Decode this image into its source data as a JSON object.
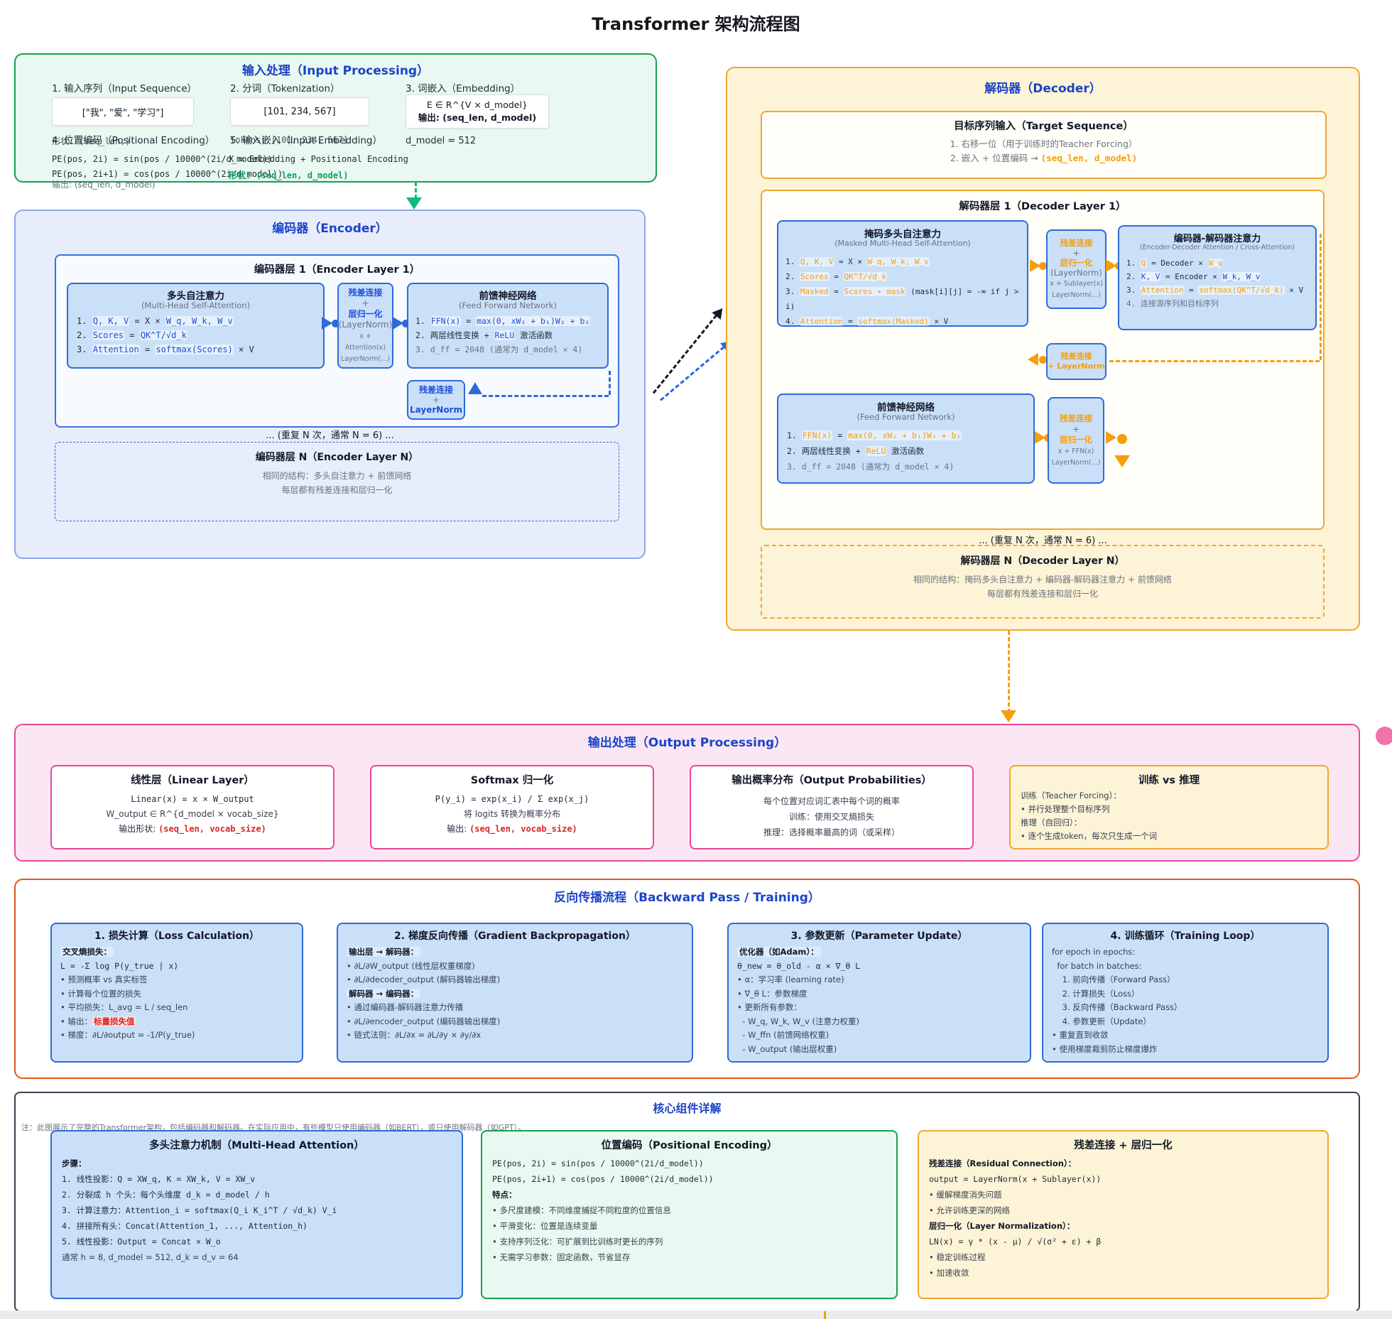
{
  "colors": {
    "blue_heading": "#1b44c8",
    "green": "#12a150",
    "blue": "#2d6bd9",
    "orange": "#f0a72e",
    "code_orange": "#f59e0b",
    "pink": "#e8489a",
    "red": "#dc2626",
    "dark": "#15171c"
  },
  "page": {
    "title": "Transformer 架构流程图",
    "repeat_note": "... (重复 N 次，通常 N = 6) ..."
  },
  "input": {
    "title": "输入处理（Input Processing）",
    "col1_label": "1. 输入序列（Input Sequence）",
    "col1_value": "[\"我\", \"爱\", \"学习\"]",
    "col2_label": "2. 分词（Tokenization）",
    "col2_value": "[101, 234, 567]",
    "col3_label": "3. 词嵌入（Embedding）",
    "col3_line1": "E ∈ R^{V × d_model}",
    "col3_line2": "输出: (seq_len, d_model)",
    "d_model": "d_model = 512",
    "under1": "形状: (seq_len,)",
    "over1": "4. 位置编码（Positional Encoding）",
    "under2": "Tokens: [101, 234, 567]",
    "over2": "5. 输入嵌入（Input Embedding）",
    "pe1": "PE(pos, 2i) = sin(pos / 10000^(2i/d_model))",
    "x_formula": "X = Embedding + Positional Encoding",
    "pe2": "PE(pos, 2i+1) = cos(pos / 10000^(2i/d_model))",
    "shape_green": "形状: (seq_len, d_model)",
    "out_line": "输出: (seq_len, d_model)"
  },
  "encoder": {
    "title": "编码器（Encoder）",
    "layer1_title": "编码器层 1（Encoder Layer 1）",
    "mha_title": "多头自注意力",
    "mha_sub": "(Multi-Head Self-Attention)",
    "mha_lines": [
      [
        [
          "p",
          "1. "
        ],
        [
          "b",
          "Q, K, V"
        ],
        [
          "p",
          " = X × "
        ],
        [
          "b",
          "W_q, W_k, W_v"
        ]
      ],
      [
        [
          "p",
          "2. "
        ],
        [
          "b",
          "Scores"
        ],
        [
          "p",
          " = "
        ],
        [
          "b",
          "QK^T/√d_k"
        ]
      ],
      [
        [
          "p",
          "3. "
        ],
        [
          "b",
          "Attention"
        ],
        [
          "p",
          " = "
        ],
        [
          "b",
          "softmax(Scores)"
        ],
        [
          "p",
          " × V"
        ]
      ]
    ],
    "res1_lines": [
      [
        [
          "bb",
          "残差连接"
        ]
      ],
      [
        [
          "g",
          "+"
        ]
      ],
      [
        [
          "bb",
          "层归一化"
        ]
      ],
      [
        [
          "g",
          "(LayerNorm)"
        ]
      ],
      [
        [
          "g9",
          "x + Attention(x)"
        ]
      ],
      [
        [
          "g9",
          "LayerNorm(...)"
        ]
      ]
    ],
    "ffn_title": "前馈神经网络",
    "ffn_sub": "(Feed Forward Network)",
    "ffn_lines": [
      [
        [
          "p",
          "1. "
        ],
        [
          "b",
          "FFN(x)"
        ],
        [
          "p",
          " = "
        ],
        [
          "b",
          "max(0, xW₁ + b₁)W₂ + b₂"
        ]
      ],
      [
        [
          "p",
          "2. 两层线性变换 + "
        ],
        [
          "b",
          "ReLU"
        ],
        [
          "p",
          " 激活函数"
        ]
      ],
      [
        [
          "g",
          "3. d_ff = 2048 (通常为 d_model × 4)"
        ]
      ]
    ],
    "res2_lines": [
      [
        [
          "bb",
          "残差连接"
        ]
      ],
      [
        [
          "g",
          "+"
        ]
      ],
      [
        [
          "bb",
          "LayerNorm"
        ]
      ]
    ],
    "layerN_title": "编码器层 N（Encoder Layer N）",
    "layerN_l1": "相同的结构：多头自注意力 + 前馈网络",
    "layerN_l2": "每层都有残差连接和层归一化"
  },
  "decoder": {
    "title": "解码器（Decoder）",
    "target_title": "目标序列输入（Target Sequence）",
    "target_l1": "1. 右移一位（用于训练时的Teacher Forcing）",
    "target_l2": [
      [
        [
          "g",
          "2. 嵌入 + 位置编码 → "
        ],
        [
          "obm",
          "(seq_len, d_model)"
        ]
      ]
    ],
    "layer1_title": "解码器层 1（Decoder Layer 1）",
    "masked_title": "掩码多头自注意力",
    "masked_sub": "(Masked Multi-Head Self-Attention)",
    "masked_lines": [
      [
        [
          "p",
          "1. "
        ],
        [
          "o",
          "Q, K, V"
        ],
        [
          "p",
          " = X × "
        ],
        [
          "o",
          "W_q, W_k, W_v"
        ]
      ],
      [
        [
          "p",
          "2. "
        ],
        [
          "o",
          "Scores"
        ],
        [
          "p",
          " = "
        ],
        [
          "o",
          "QK^T/√d_k"
        ]
      ],
      [
        [
          "p",
          "3. "
        ],
        [
          "o",
          "Masked"
        ],
        [
          "p",
          " = "
        ],
        [
          "o",
          "Scores + mask"
        ],
        [
          "p",
          " (mask[i][j] = -∞ if j > i)"
        ]
      ],
      [
        [
          "p",
          "4. "
        ],
        [
          "o",
          "Attention"
        ],
        [
          "p",
          " = "
        ],
        [
          "o",
          "softmax(Masked)"
        ],
        [
          "p",
          " × V"
        ]
      ]
    ],
    "resm1_lines": [
      [
        [
          "ob",
          "残差连接"
        ]
      ],
      [
        [
          "g",
          "+"
        ]
      ],
      [
        [
          "ob",
          "层归一化"
        ]
      ],
      [
        [
          "g",
          "(LayerNorm)"
        ]
      ],
      [
        [
          "g9",
          "x + Sublayer(x)"
        ]
      ],
      [
        [
          "g9",
          "LayerNorm(...)"
        ]
      ]
    ],
    "cross_title": "编码器-解码器注意力",
    "cross_sub": "(Encoder-Decoder Attention / Cross-Attention)",
    "cross_lines": [
      [
        [
          "p",
          "1. "
        ],
        [
          "o",
          "Q"
        ],
        [
          "p",
          " = Decoder × "
        ],
        [
          "o",
          "W_q"
        ]
      ],
      [
        [
          "p",
          "2. "
        ],
        [
          "b",
          "K, V"
        ],
        [
          "p",
          " = Encoder × "
        ],
        [
          "b",
          "W_k, W_v"
        ]
      ],
      [
        [
          "p",
          "3. "
        ],
        [
          "o",
          "Attention"
        ],
        [
          "p",
          " = "
        ],
        [
          "o",
          "softmax(QK^T/√d_k)"
        ],
        [
          "p",
          " × V"
        ]
      ],
      [
        [
          "g",
          "4. 连接源序列和目标序列"
        ]
      ]
    ],
    "resm2_lines": [
      [
        [
          "ob",
          "残差连接"
        ]
      ],
      [
        [
          "ob",
          "+ LayerNorm"
        ]
      ]
    ],
    "ffn_title": "前馈神经网络",
    "ffn_sub": "(Feed Forward Network)",
    "ffn_lines": [
      [
        [
          "p",
          "1. "
        ],
        [
          "o",
          "FFN(x)"
        ],
        [
          "p",
          " = "
        ],
        [
          "o",
          "max(0, xW₁ + b₁)W₂ + b₂"
        ]
      ],
      [
        [
          "p",
          "2. 两层线性变换 + "
        ],
        [
          "o",
          "ReLU"
        ],
        [
          "p",
          " 激活函数"
        ]
      ],
      [
        [
          "g",
          "3. d_ff = 2048 (通常为 d_model × 4)"
        ]
      ]
    ],
    "resf_lines": [
      [
        [
          "ob",
          "残差连接"
        ]
      ],
      [
        [
          "g",
          "+"
        ]
      ],
      [
        [
          "ob",
          "层归一化"
        ]
      ],
      [
        [
          "g9",
          "x + FFN(x)"
        ]
      ],
      [
        [
          "g9",
          "LayerNorm(...)"
        ]
      ]
    ],
    "layerN_title": "解码器层 N（Decoder Layer N）",
    "layerN_l1": "相同的结构：掩码多头自注意力 + 编码器-解码器注意力 + 前馈网络",
    "layerN_l2": "每层都有残差连接和层归一化"
  },
  "output": {
    "title": "输出处理（Output Processing）",
    "b1_title": "线性层（Linear Layer）",
    "b1_lines": [
      [
        [
          "m",
          "Linear(x) = x × W_output"
        ]
      ],
      [
        [
          "p2",
          "W_output ∈ R^{d_model × vocab_size}"
        ]
      ],
      [
        [
          "p",
          "输出形状: "
        ],
        [
          "rb",
          "(seq_len, vocab_size)"
        ]
      ]
    ],
    "b2_title": "Softmax 归一化",
    "b2_lines": [
      [
        [
          "m",
          "P(y_i) = exp(x_i) / Σ exp(x_j)"
        ]
      ],
      [
        [
          "p2",
          "将 logits 转换为概率分布"
        ]
      ],
      [
        [
          "p",
          "输出: "
        ],
        [
          "rb",
          "(seq_len, vocab_size)"
        ]
      ]
    ],
    "b3_title": "输出概率分布（Output Probabilities）",
    "b3_lines": [
      [
        [
          "p2",
          "每个位置对应词汇表中每个词的概率"
        ]
      ],
      [
        [
          "p2",
          "训练：使用交叉熵损失"
        ]
      ],
      [
        [
          "p2",
          "推理：选择概率最高的词（或采样）"
        ]
      ]
    ],
    "b4_title": "训练 vs 推理",
    "b4_lines": [
      [
        [
          "p2",
          "训练（Teacher Forcing）："
        ]
      ],
      [
        [
          "p2",
          "• 并行处理整个目标序列"
        ]
      ],
      [
        [
          "p2",
          "推理（自回归）："
        ]
      ],
      [
        [
          "p2",
          "• 逐个生成token，每次只生成一个词"
        ]
      ]
    ]
  },
  "backward": {
    "title": "反向传播流程（Backward Pass / Training）",
    "b1_title": "1. 损失计算（Loss Calculation）",
    "b1_lines": [
      [
        [
          "hb",
          "交叉熵损失："
        ]
      ],
      [
        [
          "m",
          "L = -Σ log P(y_true | x)"
        ]
      ],
      [
        [
          "p2",
          "• 预测概率 vs 真实标签"
        ]
      ],
      [
        [
          "p2",
          "• 计算每个位置的损失"
        ]
      ],
      [
        [
          "p2",
          "• 平均损失：L_avg = L / seq_len"
        ]
      ],
      [
        [
          "p2",
          "• 输出："
        ],
        [
          "rhb",
          "标量损失值"
        ]
      ],
      [
        [
          "p2",
          "• 梯度：∂L/∂output = -1/P(y_true)"
        ]
      ]
    ],
    "b2_title": "2. 梯度反向传播（Gradient Backpropagation）",
    "b2_lines": [
      [
        [
          "hb",
          "输出层 → 解码器："
        ]
      ],
      [
        [
          "p2",
          "• ∂L/∂W_output (线性层权重梯度)"
        ]
      ],
      [
        [
          "p2",
          "• ∂L/∂decoder_output (解码器输出梯度)"
        ]
      ],
      [
        [
          "hb",
          "解码器 → 编码器："
        ]
      ],
      [
        [
          "p2",
          "• 通过编码器-解码器注意力传播"
        ]
      ],
      [
        [
          "p2",
          "• ∂L/∂encoder_output (编码器输出梯度)"
        ]
      ],
      [
        [
          "p2",
          "• 链式法则：∂L/∂x = ∂L/∂y × ∂y/∂x"
        ]
      ]
    ],
    "b3_title": "3. 参数更新（Parameter Update）",
    "b3_lines": [
      [
        [
          "hb",
          "优化器（如Adam）："
        ]
      ],
      [
        [
          "m",
          "θ_new = θ_old - α × ∇_θ L"
        ]
      ],
      [
        [
          "p2",
          "• α：学习率 (learning rate)"
        ]
      ],
      [
        [
          "p2",
          "• ∇_θ L：参数梯度"
        ]
      ],
      [
        [
          "p2",
          "• 更新所有参数："
        ]
      ],
      [
        [
          "p2",
          "  - W_q, W_k, W_v (注意力权重)"
        ]
      ],
      [
        [
          "p2",
          "  - W_ffn (前馈网络权重)"
        ]
      ],
      [
        [
          "p2",
          "  - W_output (输出层权重)"
        ]
      ]
    ],
    "b4_title": "4. 训练循环（Training Loop）",
    "b4_lines": [
      [
        [
          "p2",
          "for epoch in epochs:"
        ]
      ],
      [
        [
          "p2",
          "  for batch in batches:"
        ]
      ],
      [
        [
          "p2",
          "    1. 前向传播（Forward Pass）"
        ]
      ],
      [
        [
          "p2",
          "    2. 计算损失（Loss）"
        ]
      ],
      [
        [
          "p2",
          "    3. 反向传播（Backward Pass）"
        ]
      ],
      [
        [
          "p2",
          "    4. 参数更新（Update）"
        ]
      ],
      [
        [
          "p2",
          "• 重复直到收敛"
        ]
      ],
      [
        [
          "p2",
          "• 使用梯度裁剪防止梯度爆炸"
        ]
      ]
    ]
  },
  "core": {
    "title": "核心组件详解",
    "note": "注：此图展示了完整的Transformer架构，包括编码器和解码器。在实际应用中，有些模型只使用编码器（如BERT），或只使用解码器（如GPT）。",
    "a_title": "多头注意力机制（Multi-Head Attention）",
    "a_lines": [
      [
        [
          "s",
          "步骤："
        ]
      ],
      [
        [
          "m2",
          "1. 线性投影：Q = XW_q, K = XW_k, V = XW_v"
        ]
      ],
      [
        [
          "m2",
          "2. 分裂成 h 个头：每个头维度 d_k = d_model / h"
        ]
      ],
      [
        [
          "m2",
          "3. 计算注意力：Attention_i = softmax(Q_i K_i^T / √d_k) V_i"
        ]
      ],
      [
        [
          "m2",
          "4. 拼接所有头：Concat(Attention_1, ..., Attention_h)"
        ]
      ],
      [
        [
          "m2",
          "5. 线性投影：Output = Concat × W_o"
        ]
      ],
      [
        [
          "p2",
          "通常 h = 8, d_model = 512, d_k = d_v = 64"
        ]
      ]
    ],
    "b_title": "位置编码（Positional Encoding）",
    "b_lines": [
      [
        [
          "m2",
          "PE(pos, 2i) = sin(pos / 10000^(2i/d_model))"
        ]
      ],
      [
        [
          "m2",
          "PE(pos, 2i+1) = cos(pos / 10000^(2i/d_model))"
        ]
      ],
      [
        [
          "s",
          "特点："
        ]
      ],
      [
        [
          "p2",
          "• 多尺度建模：不同维度捕捉不同粒度的位置信息"
        ]
      ],
      [
        [
          "p2",
          "• 平滑变化：位置是连续变量"
        ]
      ],
      [
        [
          "p2",
          "• 支持序列泛化：可扩展到比训练时更长的序列"
        ]
      ],
      [
        [
          "p2",
          "• 无需学习参数：固定函数，节省显存"
        ]
      ]
    ],
    "c_title": "残差连接 + 层归一化",
    "c_lines": [
      [
        [
          "s",
          "残差连接（Residual Connection）："
        ]
      ],
      [
        [
          "m2",
          "output = LayerNorm(x + Sublayer(x))"
        ]
      ],
      [
        [
          "p2",
          "• 缓解梯度消失问题"
        ]
      ],
      [
        [
          "p2",
          "• 允许训练更深的网络"
        ]
      ],
      [
        [
          "s",
          "层归一化（Layer Normalization）："
        ]
      ],
      [
        [
          "m2",
          "LN(x) = γ * (x - μ) / √(σ² + ε) + β"
        ]
      ],
      [
        [
          "p2",
          "• 稳定训练过程"
        ]
      ],
      [
        [
          "p2",
          "• 加速收敛"
        ]
      ]
    ]
  }
}
